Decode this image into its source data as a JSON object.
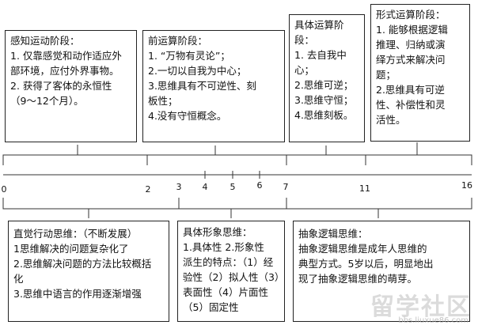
{
  "top_boxes": {
    "sensorimotor": {
      "title": "感知运动阶段：",
      "lines": [
        "1. 仅靠感觉和动作适应外",
        "部环境，应付外界事物。",
        "2. 获得了客体的永恒性",
        "（9～12个月）。"
      ]
    },
    "preoperational": {
      "title": "前运算阶段：",
      "lines": [
        "1. “万物有灵论”；",
        "2.一切以自我为中心；",
        "3.思维具有不可逆性、刻",
        "板性；",
        "4.没有守恒概念。"
      ]
    },
    "concrete": {
      "title": "具体运算阶",
      "lines": [
        "段：",
        "1. 去自我中",
        "心；",
        "2.思维可逆；",
        "3.思维守恒；",
        "4.思维刻板。"
      ]
    },
    "formal": {
      "title": "形式运算阶段：",
      "lines": [
        "1. 能够根据逻辑",
        "推理、归纳或演",
        "绎方式来解决问",
        "题；",
        "2.思维具有可逆",
        "性、补偿性和灵",
        "活性。"
      ]
    }
  },
  "axis": {
    "ticks": [
      "0",
      "2",
      "3",
      "4",
      "5",
      "6",
      "7",
      "11",
      "16"
    ]
  },
  "bottom_boxes": {
    "intuitive_action": {
      "title": "直觉行动思维：（不断发展）",
      "lines": [
        "1思维解决的问题复杂化了",
        "2.思维解决问题的方法比较概括",
        "化",
        "3.思维中语言的作用逐渐增强"
      ]
    },
    "concrete_image": {
      "title": "具体形象思维：",
      "lines": [
        "1.具体性 2.形象性",
        "派生的特点：（1）经",
        "验性（2）拟人性（3）",
        "表面性（4）片面性",
        "（5）固定性"
      ]
    },
    "abstract_logic": {
      "title": "抽象逻辑思维：",
      "lines": [
        "抽象逻辑思维是成年人思维的",
        "典型方式。5岁以后，明显地出",
        "现了抽象逻辑思维的萌芽。"
      ]
    }
  },
  "watermark": {
    "main": "留学社区",
    "url": "bbs.liuxue86.com"
  }
}
